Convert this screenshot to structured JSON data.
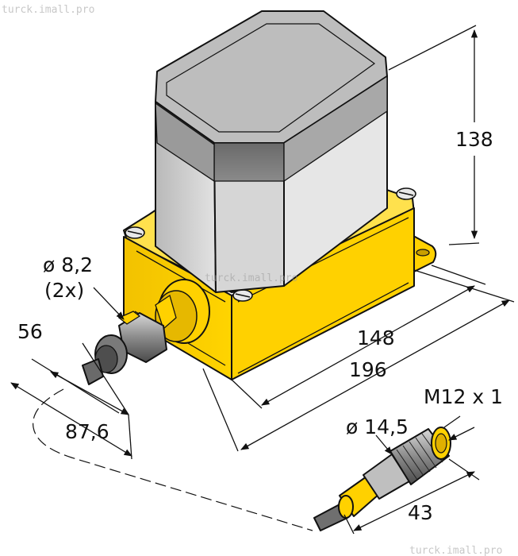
{
  "watermark": {
    "top_left": "turck.imall.pro",
    "center": "turck.imall.pro",
    "bottom_right": "turck.imall.pro"
  },
  "dimensions": {
    "height": "138",
    "inner_length": "148",
    "outer_length": "196",
    "width": "56",
    "depth": "87,6",
    "cable_diameter": "ø 8,2",
    "cable_count": "(2x)",
    "connector_diameter": "ø 14,5",
    "thread": "M12 x 1",
    "connector_length": "43"
  },
  "colors": {
    "housing_yellow": "#ffd100",
    "cover_grey": "#c9c9c9",
    "outline": "#111111"
  }
}
